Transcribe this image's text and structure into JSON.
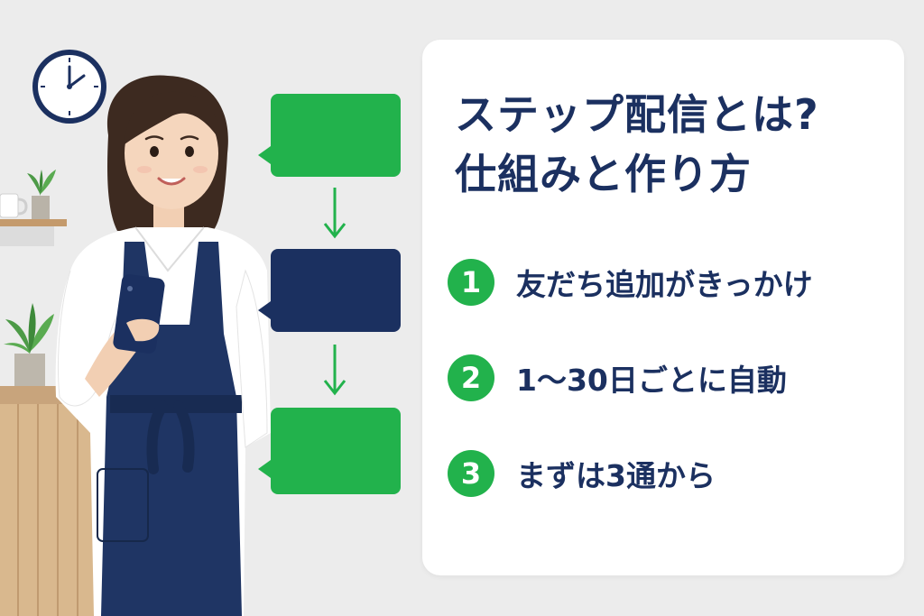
{
  "title": {
    "line1": "ステップ配信とは?",
    "line2": "仕組みと作り方"
  },
  "steps": [
    {
      "number": "1",
      "text": "友だち追加がきっかけ"
    },
    {
      "number": "2",
      "text": "1〜30日ごとに自動"
    },
    {
      "number": "3",
      "text": "まずは3通から"
    }
  ],
  "colors": {
    "accent_green": "#22b24c",
    "navy": "#1b3060",
    "background": "#ececec",
    "card": "#ffffff"
  },
  "icons": [
    "clock-icon",
    "potted-plant-icon",
    "smartphone-icon",
    "down-arrow-icon",
    "speech-bubble-icon"
  ]
}
